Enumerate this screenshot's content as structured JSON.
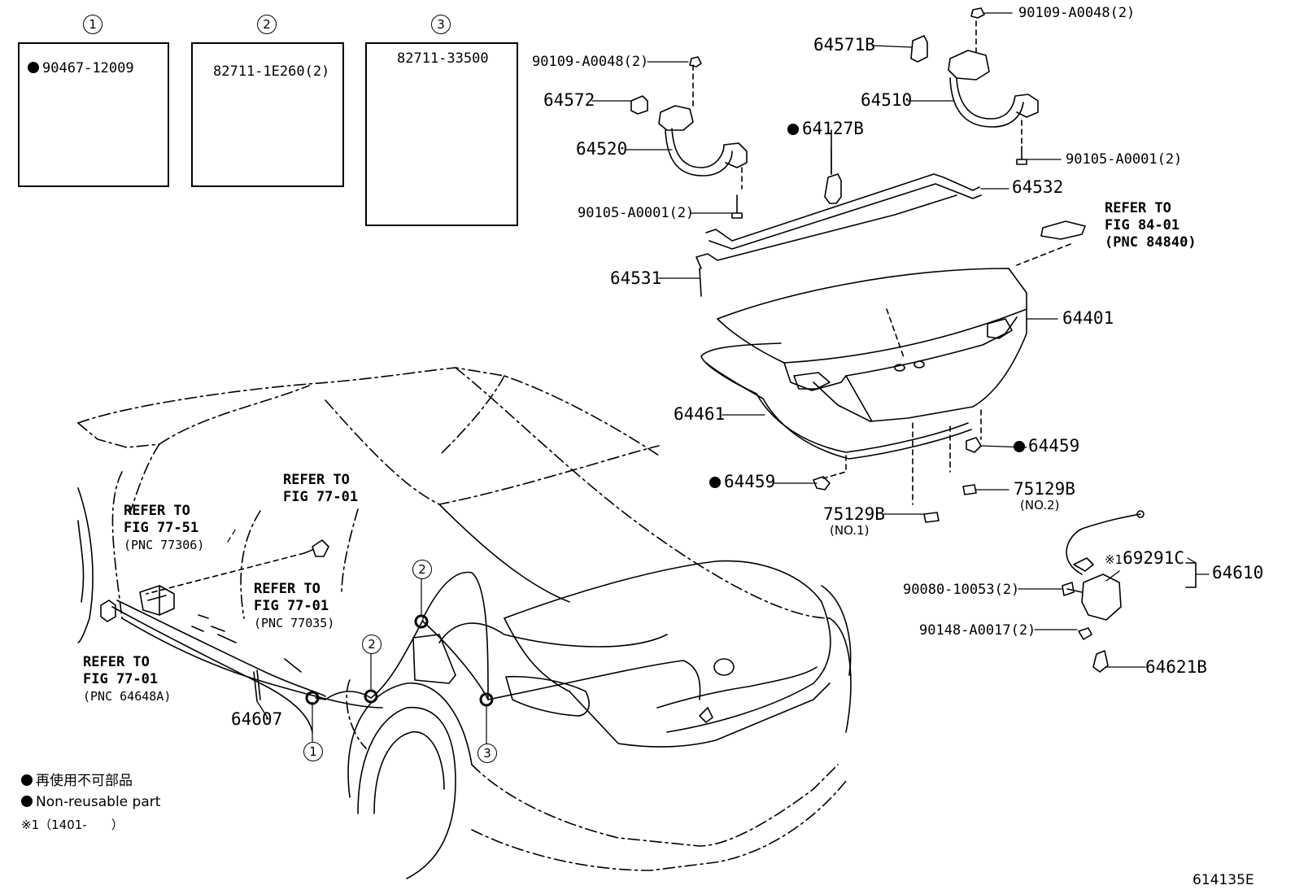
{
  "insets": [
    {
      "number": "1",
      "part": "90467-12009",
      "non_reusable": true
    },
    {
      "number": "2",
      "part": "82711-1E260(2)",
      "non_reusable": false
    },
    {
      "number": "3",
      "part": "82711-33500",
      "non_reusable": false
    }
  ],
  "parts": {
    "p90109_top": "90109-A0048(2)",
    "p64571B": "64571B",
    "p64510": "64510",
    "p90105_right": "90105-A0001(2)",
    "p90109_left": "90109-A0048(2)",
    "p64572": "64572",
    "p64520": "64520",
    "p64127B": "64127B",
    "p64532": "64532",
    "p90105_left": "90105-A0001(2)",
    "p64531": "64531",
    "p64401": "64401",
    "p64461": "64461",
    "p64459_right": "64459",
    "p64459_left": "64459",
    "p75129B_no2": "75129B",
    "p75129B_no2_sub": "(NO.2)",
    "p75129B_no1": "75129B",
    "p75129B_no1_sub": "(NO.1)",
    "p69291C": "69291C",
    "p69291C_mark": "※1",
    "p64610": "64610",
    "p90080": "90080-10053(2)",
    "p90148": "90148-A0017(2)",
    "p64621B": "64621B",
    "p64607": "64607"
  },
  "refs": {
    "fig84": {
      "line1": "REFER TO",
      "line2": "FIG 84-01",
      "line3": "(PNC 84840)"
    },
    "fig7701_top": {
      "line1": "REFER TO",
      "line2": "FIG 77-01"
    },
    "fig7751": {
      "line1": "REFER TO",
      "line2": "FIG 77-51",
      "line3": "(PNC 77306)"
    },
    "fig7701_mid": {
      "line1": "REFER TO",
      "line2": "FIG 77-01",
      "line3": "(PNC 77035)"
    },
    "fig7701_left": {
      "line1": "REFER TO",
      "line2": "FIG 77-01",
      "line3": "(PNC 64648A)"
    }
  },
  "callouts": {
    "c1": "1",
    "c2a": "2",
    "c2b": "2",
    "c3": "3"
  },
  "legend": {
    "jp": "再使用不可部品",
    "en": "Non-reusable part",
    "note": "※1（1401-　　）"
  },
  "figure_id": "614135E"
}
